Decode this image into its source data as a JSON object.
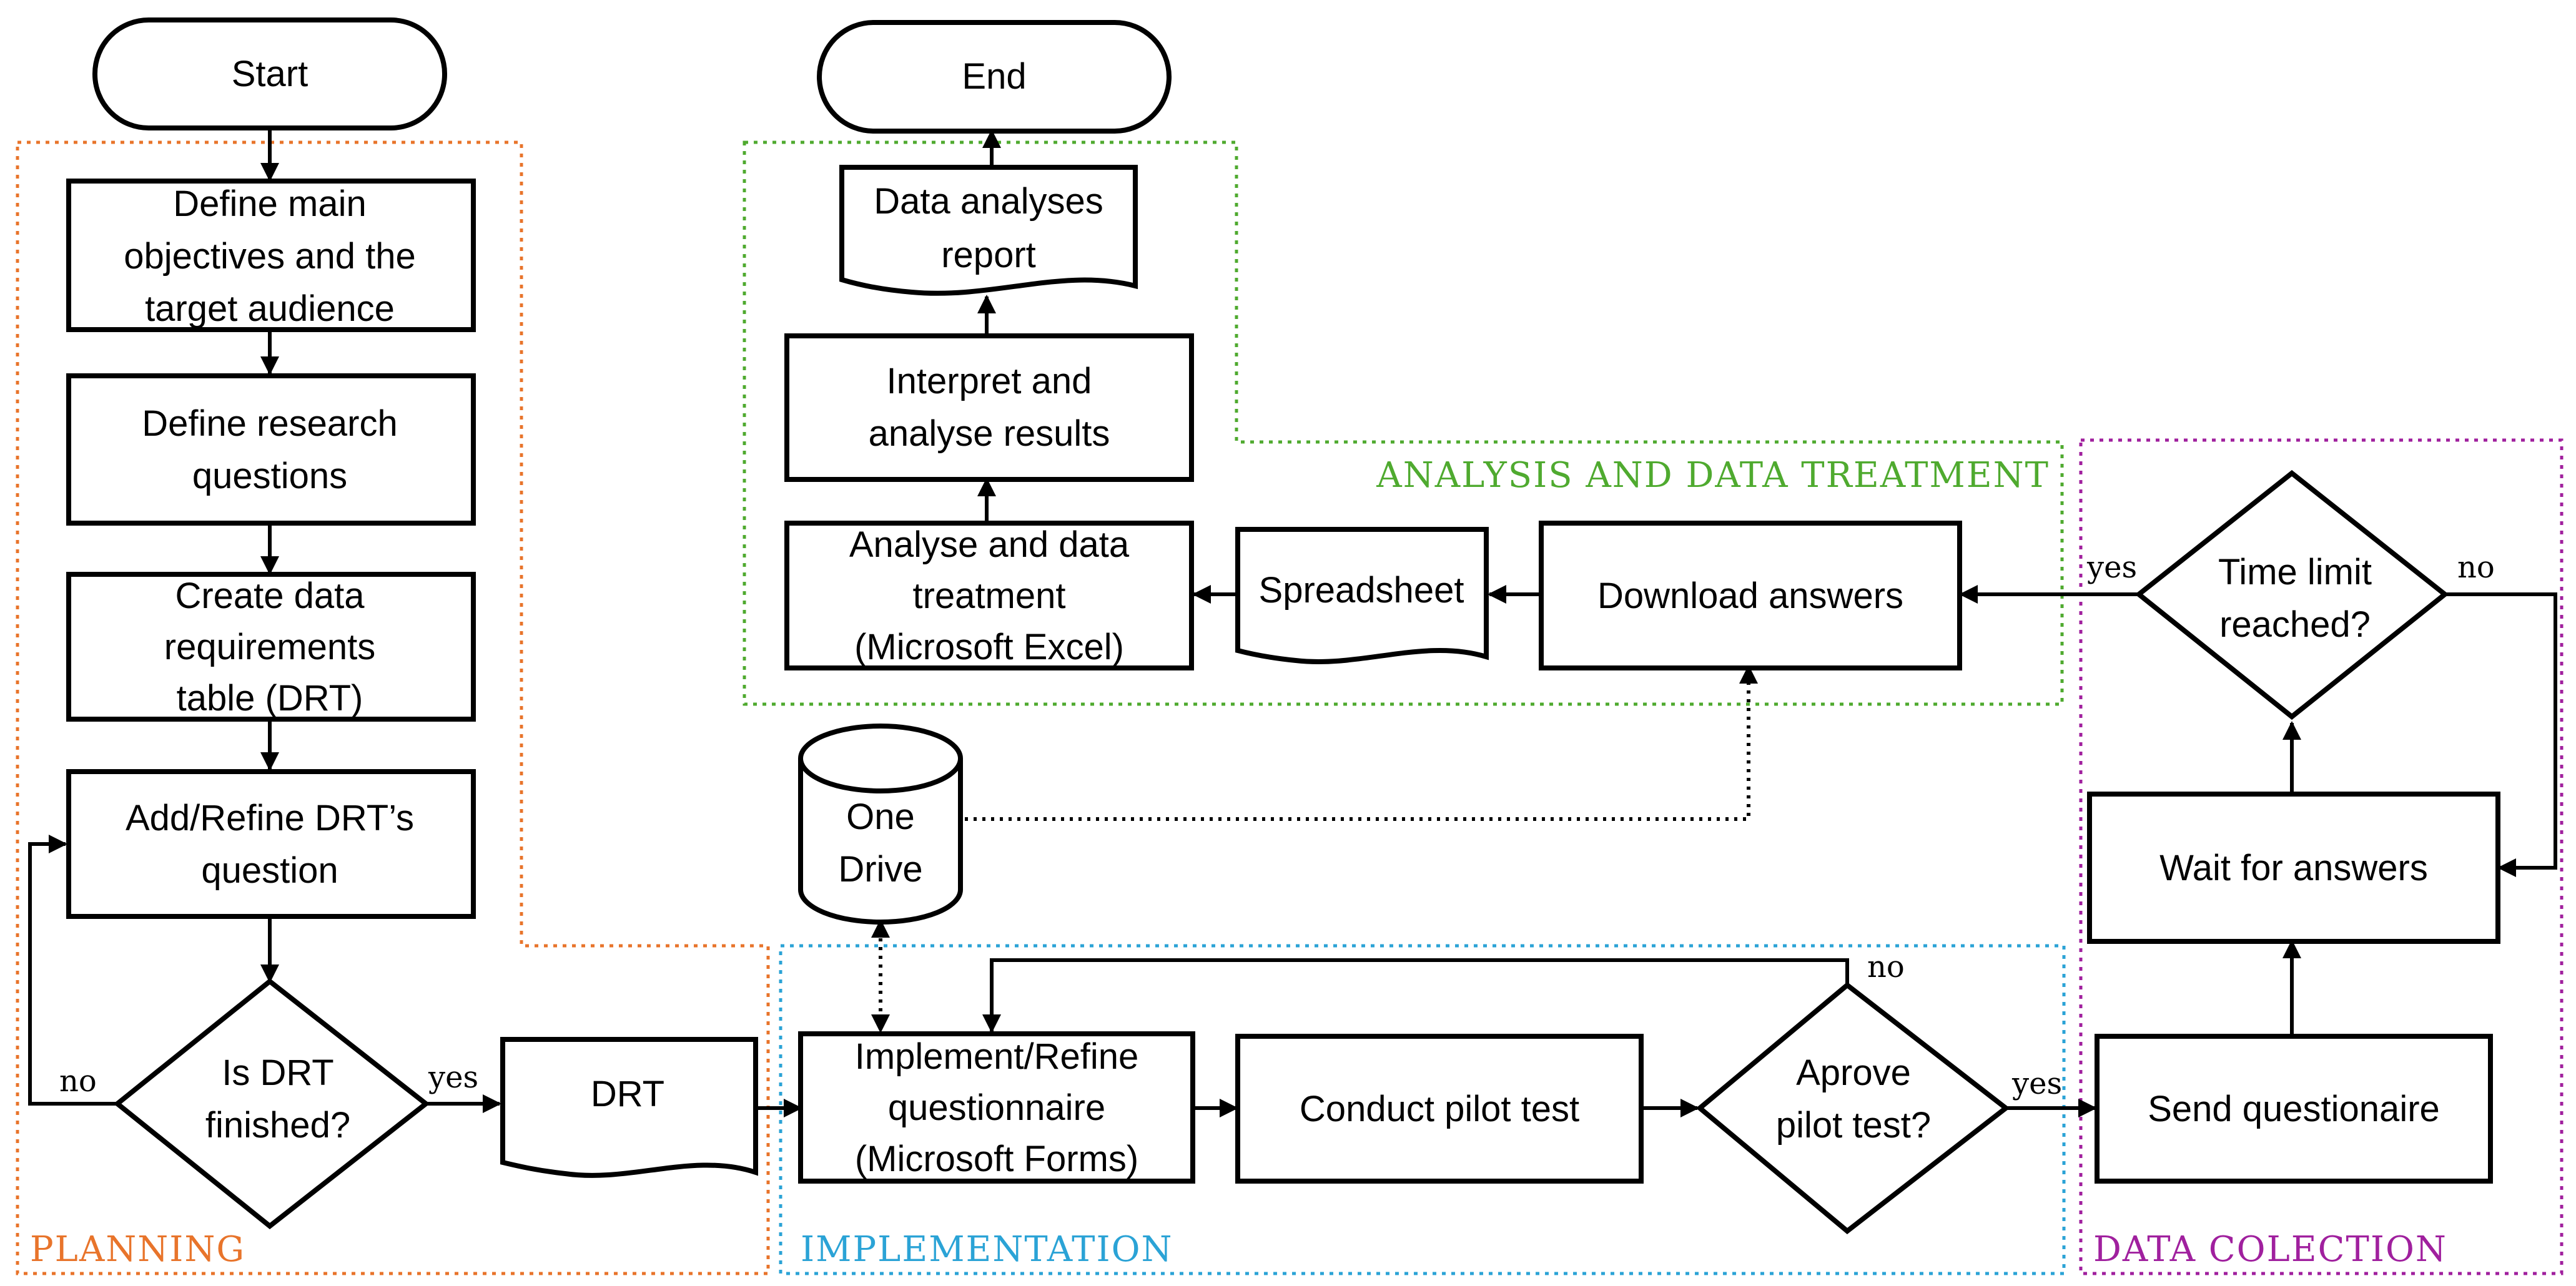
{
  "colors": {
    "planning": "#E8742B",
    "analysis": "#4FAA2F",
    "implementation": "#2BA3D6",
    "collection": "#A0209E"
  },
  "regions": {
    "planning": "PLANNING",
    "analysis": "ANALYSIS AND DATA TREATMENT",
    "implementation": "IMPLEMENTATION",
    "collection": "DATA COLECTION"
  },
  "nodes": {
    "start": [
      "Start"
    ],
    "end": [
      "End"
    ],
    "objectives": [
      "Define main",
      "objectives and the",
      "target audience"
    ],
    "research_questions": [
      "Define research",
      "questions"
    ],
    "create_drt": [
      "Create data",
      "requirements",
      "table (DRT)"
    ],
    "add_refine": [
      "Add/Refine DRT’s",
      "question"
    ],
    "is_drt_finished": [
      "Is DRT",
      "finished?"
    ],
    "drt_doc": [
      "DRT"
    ],
    "implement": [
      "Implement/Refine",
      "questionnaire",
      "(Microsoft Forms)"
    ],
    "pilot_test": [
      "Conduct pilot test"
    ],
    "approve_pilot": [
      "Aprove",
      "pilot test?"
    ],
    "send_questionnaire": [
      "Send questionaire"
    ],
    "wait_answers": [
      "Wait for answers"
    ],
    "time_limit": [
      "Time limit",
      "reached?"
    ],
    "download_answers": [
      "Download answers"
    ],
    "spreadsheet": [
      "Spreadsheet"
    ],
    "analyse_treatment": [
      "Analyse and data",
      "treatment",
      "(Microsoft Excel)"
    ],
    "interpret": [
      "Interpret and",
      "analyse results"
    ],
    "report": [
      "Data analyses",
      "report"
    ],
    "onedrive": [
      "One",
      "Drive"
    ]
  },
  "edge_labels": {
    "drt_no": "no",
    "drt_yes": "yes",
    "pilot_no": "no",
    "pilot_yes": "yes",
    "time_yes": "yes",
    "time_no": "no"
  }
}
